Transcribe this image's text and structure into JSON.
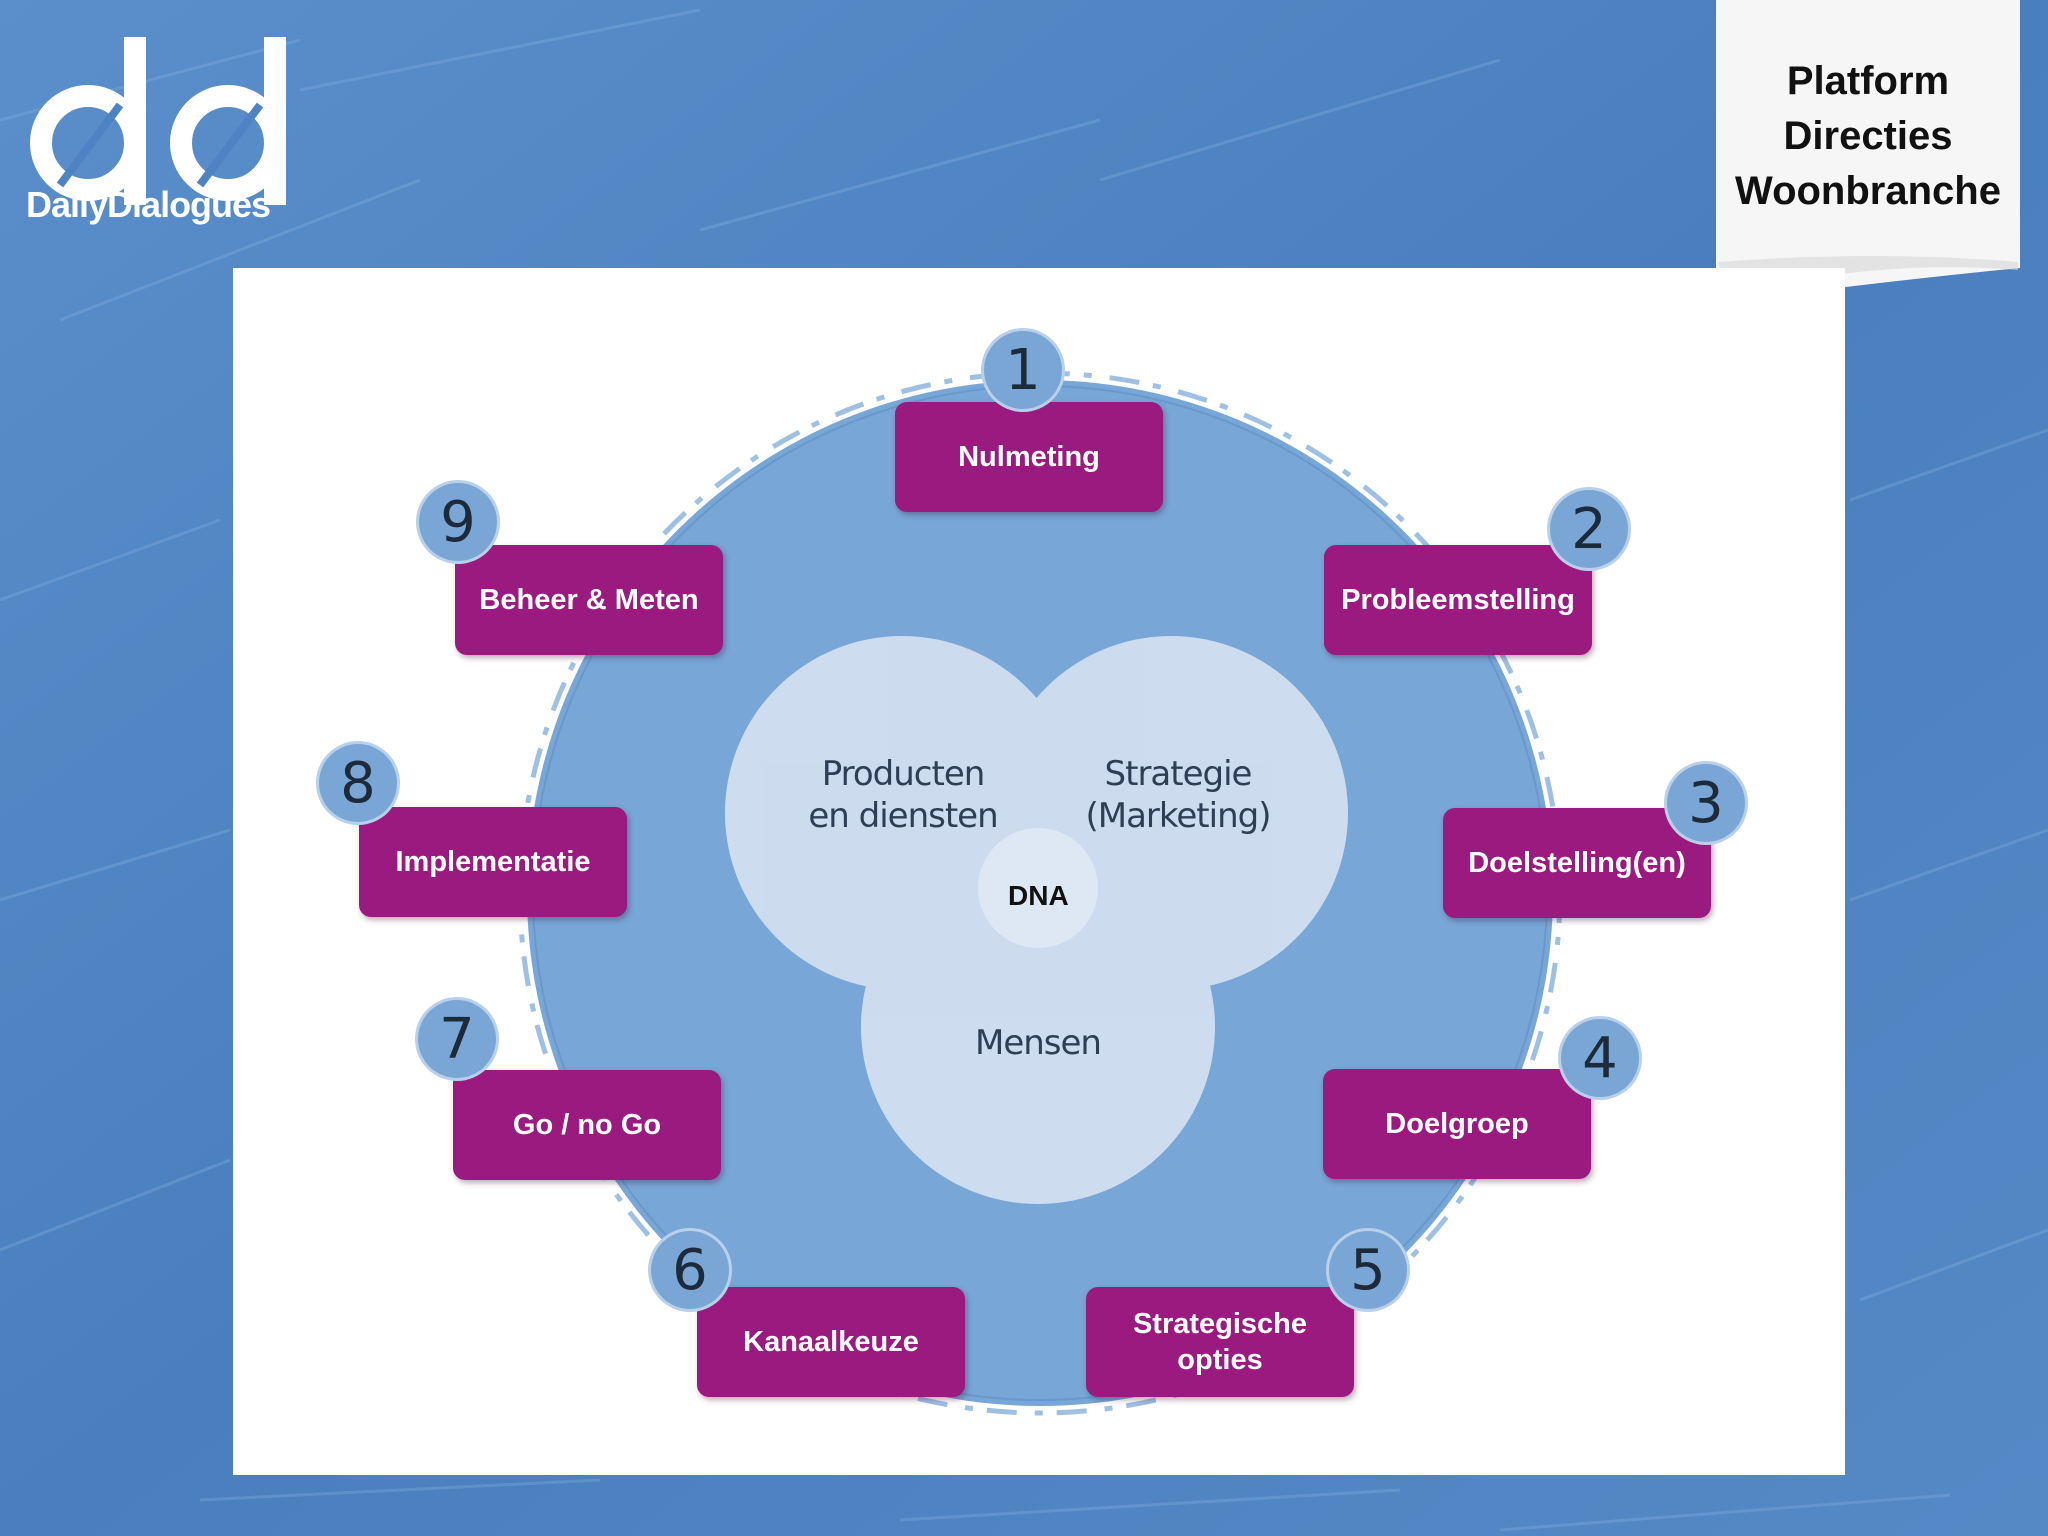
{
  "brand": {
    "name": "DailyDialogues"
  },
  "header": {
    "title_lines": [
      "Platform",
      "Directies",
      "Woonbranche"
    ]
  },
  "diagram": {
    "venn": {
      "top_left": [
        "Producten",
        "en diensten"
      ],
      "top_right": [
        "Strategie",
        "(Marketing)"
      ],
      "bottom": "Mensen",
      "center": "DNA"
    },
    "steps": [
      {
        "number": "1",
        "label": "Nulmeting"
      },
      {
        "number": "2",
        "label": "Probleemstelling"
      },
      {
        "number": "3",
        "label": "Doelstelling(en)"
      },
      {
        "number": "4",
        "label": "Doelgroep"
      },
      {
        "number": "5",
        "label_lines": [
          "Strategische",
          "opties"
        ]
      },
      {
        "number": "6",
        "label": "Kanaalkeuze"
      },
      {
        "number": "7",
        "label": "Go / no Go"
      },
      {
        "number": "8",
        "label": "Implementatie"
      },
      {
        "number": "9",
        "label": "Beheer & Meten"
      }
    ]
  },
  "colors": {
    "background": "#4d83c2",
    "step_box": "#9b1a7f",
    "outer_circle": "#78a6d6",
    "venn_circle": "#dbe6f2",
    "number_badge": "#7aa6d6"
  },
  "icons": {
    "logo": "dd-logo-icon"
  }
}
